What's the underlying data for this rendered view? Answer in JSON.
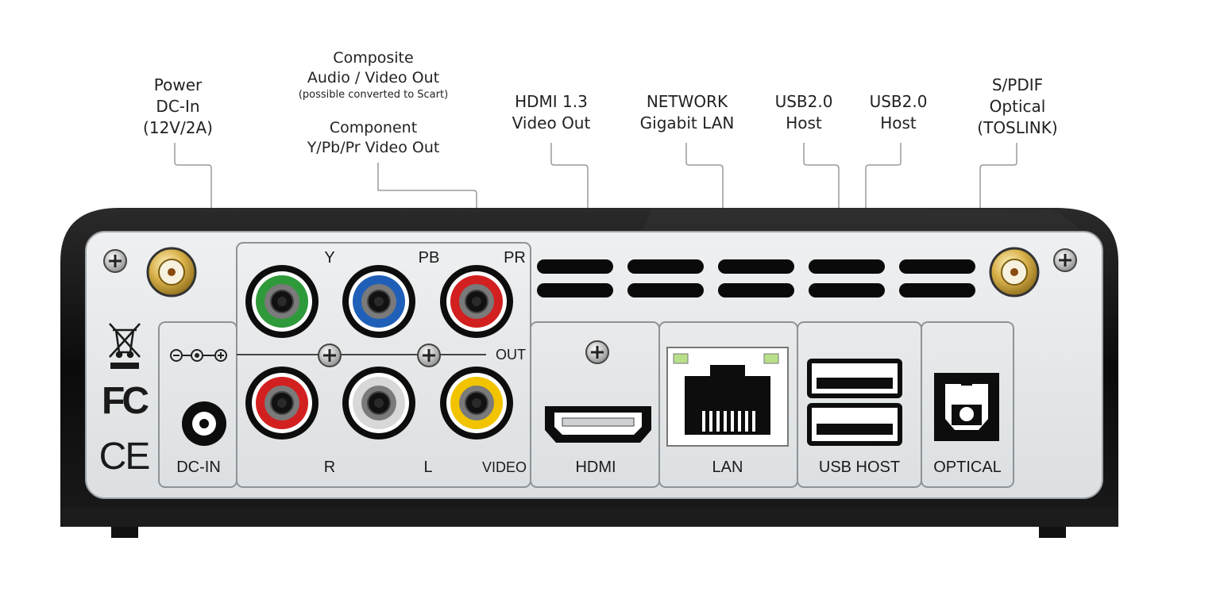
{
  "callouts": {
    "power": [
      "Power",
      "DC-In",
      "(12V/2A)"
    ],
    "composite": [
      "Composite",
      "Audio / Video Out"
    ],
    "composite_note": "(possible converted to Scart)",
    "component": [
      "Component",
      "Y/Pb/Pr Video Out"
    ],
    "hdmi": [
      "HDMI 1.3",
      "Video Out"
    ],
    "network": [
      "NETWORK",
      "Gigabit LAN"
    ],
    "usb1": [
      "USB2.0",
      "Host"
    ],
    "usb2": [
      "USB2.0",
      "Host"
    ],
    "spdif": [
      "S/PDIF",
      "Optical",
      "(TOSLINK)"
    ]
  },
  "panel_labels": {
    "y": "Y",
    "pb": "PB",
    "pr": "PR",
    "out": "OUT",
    "r": "R",
    "l": "L",
    "video": "VIDEO",
    "dc_in": "DC-IN",
    "hdmi": "HDMI",
    "lan": "LAN",
    "usb_host": "USB HOST",
    "optical": "OPTICAL"
  },
  "marks": {
    "fc": "FC",
    "ce": "CE"
  },
  "colors": {
    "rca_green": "#2f9a3a",
    "rca_blue": "#1f5fb8",
    "rca_red": "#d22020",
    "rca_white": "#d8d8d8",
    "rca_yellow": "#f2c400",
    "panel": "#e6e8ea",
    "chassis": "#0d0d0d",
    "gold": "#c9a13a",
    "led_green": "#b8e08a"
  }
}
